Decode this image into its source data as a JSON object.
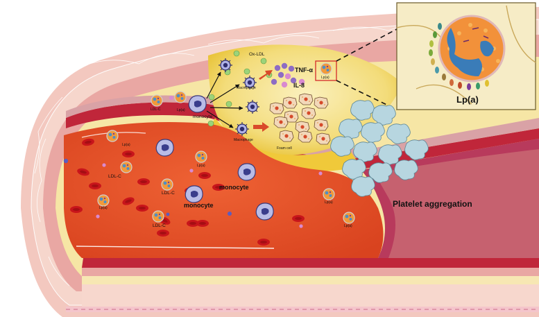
{
  "labels": {
    "ox_ldl": "Ox-LDL",
    "tnf": "TNF-α",
    "il8": "IL-8",
    "macrophage_1": "Macrophage",
    "macrophage_2": "Macrophage",
    "monocyte_plaque": "monocyte",
    "foam_cell": "Foam cell",
    "ldl_c_top": "LDL-C",
    "lpa_top": "Lp(a)",
    "lpa_box": "Lp(a)",
    "inset_title": "Lp(a)",
    "platelet_aggregation": "Platelet aggregation",
    "monocyte_lumen_1": "monocyte",
    "monocyte_lumen_2": "monocyte",
    "ldl_c_1": "LDL-C",
    "ldl_c_2": "LDL-C",
    "ldl_c_3": "LDL-C",
    "lpa_1": "Lp(a)",
    "lpa_2": "Lp(a)",
    "lpa_3": "Lp(a)",
    "lpa_4": "Lp(a)",
    "lpa_5": "Lp(a)"
  },
  "colors": {
    "adventitia": "#f2c9c0",
    "media": "#e8a3a3",
    "intima_yellow": "#f7e7a6",
    "lumen": "#e8502f",
    "plaque_core": "#f0c93a",
    "platelet": "#b7d6e0",
    "red_cell": "#c8151b",
    "monocyte": "#8e8fd0",
    "inset_bg": "#f6ecc6"
  }
}
